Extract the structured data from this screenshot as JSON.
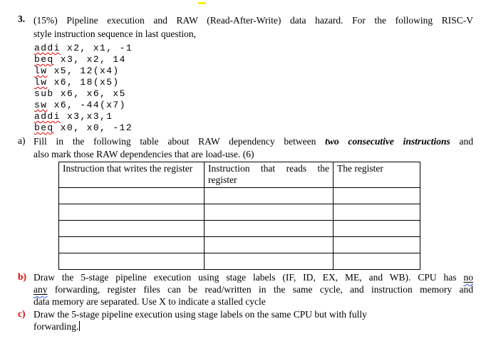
{
  "question": {
    "number": "3.",
    "line1": "(15%) Pipeline execution and RAW (Read-After-Write) data hazard. For the following RISC-V",
    "line2": "style instruction sequence in last question,"
  },
  "code": {
    "lines": [
      {
        "mnemonic": "addi",
        "rest": " x2, x1, -1",
        "misspelled": true
      },
      {
        "mnemonic": "beq",
        "rest": " x3, x2, 14",
        "misspelled": true
      },
      {
        "mnemonic": "lw",
        "rest": " x5, 12(x4)",
        "misspelled": true
      },
      {
        "mnemonic": "lw",
        "rest": " x6, 18(x5)",
        "misspelled": true
      },
      {
        "mnemonic": "sub",
        "rest": " x6, x6, x5",
        "misspelled": false
      },
      {
        "mnemonic": "sw",
        "rest": " x6, -44(x7)",
        "misspelled": true
      },
      {
        "mnemonic": "addi",
        "rest": " x3,x3,1",
        "misspelled": true
      },
      {
        "mnemonic": "beq",
        "rest": " x0, x0, -12",
        "misspelled": true
      }
    ]
  },
  "part_a": {
    "label": "a)",
    "line1_before": "Fill in the following table about RAW dependency between",
    "line1_emphasis": "two consecutive instructions",
    "line1_after": "and",
    "line2": "also mark those RAW dependencies that are load-use. (6)"
  },
  "table": {
    "headers": [
      "Instruction that writes the register",
      "Instruction that reads the register",
      "The register"
    ],
    "empty_rows": 5
  },
  "part_b": {
    "label": "b)",
    "line1_text": "Draw the 5-stage pipeline execution using stage labels (IF, ID, EX, ME, and WB). CPU has",
    "line1_underlined": "no",
    "line2_underlined": "any",
    "line2_text": "forwarding, register files can be read/written in the same cycle, and instruction memory and",
    "line3": "data memory are separated. Use X to indicate a stalled cycle"
  },
  "part_c": {
    "label": "c)",
    "line1": "Draw the 5-stage pipeline execution using stage labels on the same CPU but with fully",
    "line2": "forwarding."
  },
  "colors": {
    "part_label_red": "#e00000",
    "spellcheck_red": "#e80000",
    "grammar_blue": "#3a5bd7",
    "highlight_yellow": "#fff000",
    "table_border": "#000000"
  }
}
